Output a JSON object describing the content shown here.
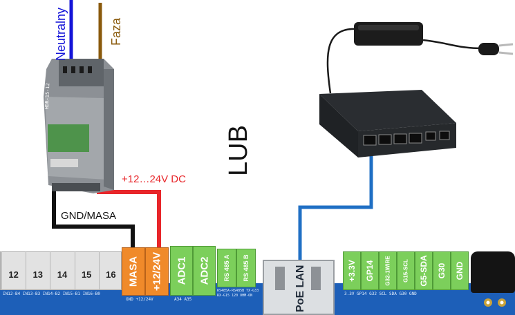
{
  "wires": {
    "neutral_label": "Neutralny",
    "phase_label": "Faza",
    "dc_label": "+12…24V DC",
    "gnd_label": "GND/MASA"
  },
  "center_label": "LUB",
  "psu": {
    "model_text": "HDR-15-12"
  },
  "terminals": {
    "inputs": [
      "12",
      "13",
      "14",
      "15",
      "16"
    ],
    "power": [
      "MASA",
      "+12/24V"
    ],
    "adc": [
      "ADC1",
      "ADC2"
    ],
    "rs485": [
      "RS 485 A",
      "RS 485 B"
    ],
    "gpio": [
      "+3.3V",
      "GP14",
      "G32-1WIRE",
      "G15-SCL",
      "G5-SDA",
      "G30",
      "GND"
    ]
  },
  "lan_label": "PoE LAN",
  "silkscreen": {
    "inputs_row": "IN12-B4  IN13-B3  IN14-B2  IN15-B1  IN16-B0",
    "power_row": "GND   +12/24V",
    "adc_row": "A34    A35",
    "rs_row": "RS485A-RS485B  TX-G33 RX-G15 120 OHM-ON",
    "gpio_row": "3.3V  GP14  G32  SCL  SDA  G30  GND"
  },
  "colors": {
    "neutral_wire": "#1414d8",
    "phase_wire": "#8a5a0c",
    "dc_wire": "#e8262a",
    "gnd_wire": "#111111",
    "lan_cable": "#1f6fc4",
    "board": "#1d5fb8",
    "terminal_green": "#7ccf5b",
    "terminal_orange": "#f08a2a"
  },
  "icons": [
    "din-power-supply-icon",
    "poe-switch-icon",
    "power-adapter-icon",
    "eu-plug-icon",
    "rj45-jack-icon",
    "buzzer-icon"
  ]
}
